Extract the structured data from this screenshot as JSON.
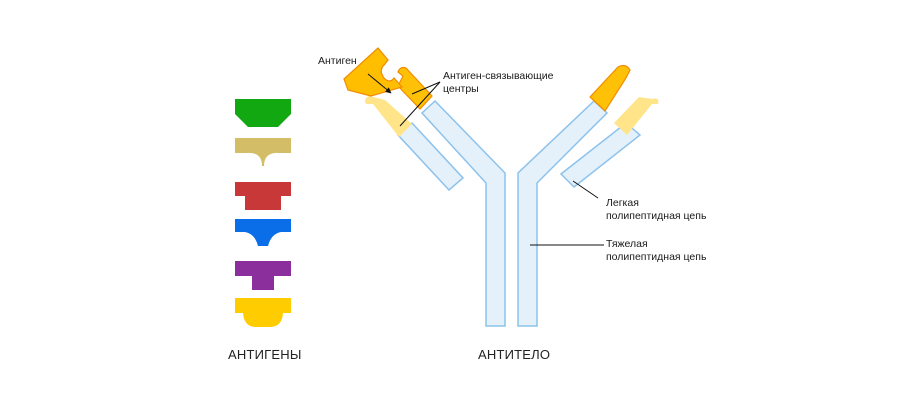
{
  "antigens": {
    "caption": "АНТИГЕНЫ",
    "colors": [
      "#11a811",
      "#d3bd66",
      "#c83838",
      "#0a6ee8",
      "#8b2f9d",
      "#ffcc00"
    ]
  },
  "antibody": {
    "caption": "АНТИТЕЛО",
    "labels": {
      "antigen": "Антиген",
      "binding_sites_line1": "Антиген-связывающие",
      "binding_sites_line2": "центры",
      "light_chain_line1": "Легкая",
      "light_chain_line2": "полипептидная цепь",
      "heavy_chain_line1": "Тяжелая",
      "heavy_chain_line2": "полипептидная цепь"
    },
    "colors": {
      "chain_fill": "#e4f1fb",
      "chain_stroke": "#8cc2ec",
      "variable_heavy": "#ffc107",
      "variable_stroke": "#f08c00",
      "variable_light": "#ffe48a",
      "antigen_fill": "#ffbf00",
      "antigen_stroke": "#f08c00"
    }
  }
}
